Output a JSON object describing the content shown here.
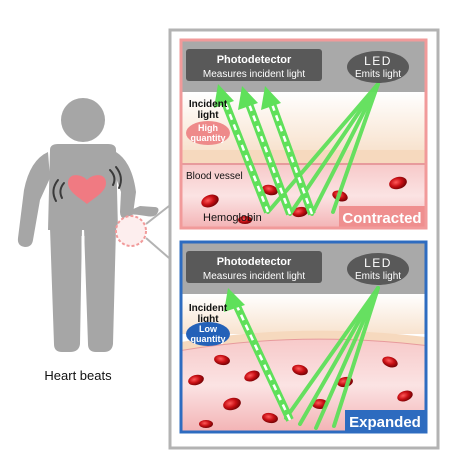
{
  "person": {
    "caption": "Heart beats"
  },
  "panels": [
    {
      "state": "Contracted",
      "detector": {
        "title": "Photodetector",
        "subtitle": "Measures incident light"
      },
      "led": {
        "title": "LED",
        "subtitle": "Emits light"
      },
      "incident": {
        "label": "Incident light",
        "line1": "Incident",
        "line2": "light",
        "quantity": "High quantity",
        "q1": "High",
        "q2": "quantity"
      },
      "blood_vessel_label": "Blood vessel",
      "hemoglobin_label": "Hemoglobin"
    },
    {
      "state": "Expanded",
      "detector": {
        "title": "Photodetector",
        "subtitle": "Measures incident light"
      },
      "led": {
        "title": "LED",
        "subtitle": "Emits light"
      },
      "incident": {
        "label": "Incident light",
        "line1": "Incident",
        "line2": "light",
        "quantity": "Low quantity",
        "q1": "Low",
        "q2": "quantity"
      }
    }
  ],
  "colors": {
    "figure_gray": "#a6a6a6",
    "heart": "#f07a82",
    "frame_gray": "#b3b3b3",
    "top_border": "#f19a9a",
    "bottom_border": "#2e6cc0",
    "header_gray": "#a9a9a9",
    "box_dark": "#595959",
    "skin": "#f6d9be",
    "vessel": "#f4b6b8",
    "cell": "#d7151a",
    "beam": "#5fe05a",
    "badge_high": "#ee8a8a",
    "badge_low": "#2461b8",
    "contracted_bg": "#ef8f8f",
    "expanded_bg": "#2d6bbf"
  }
}
